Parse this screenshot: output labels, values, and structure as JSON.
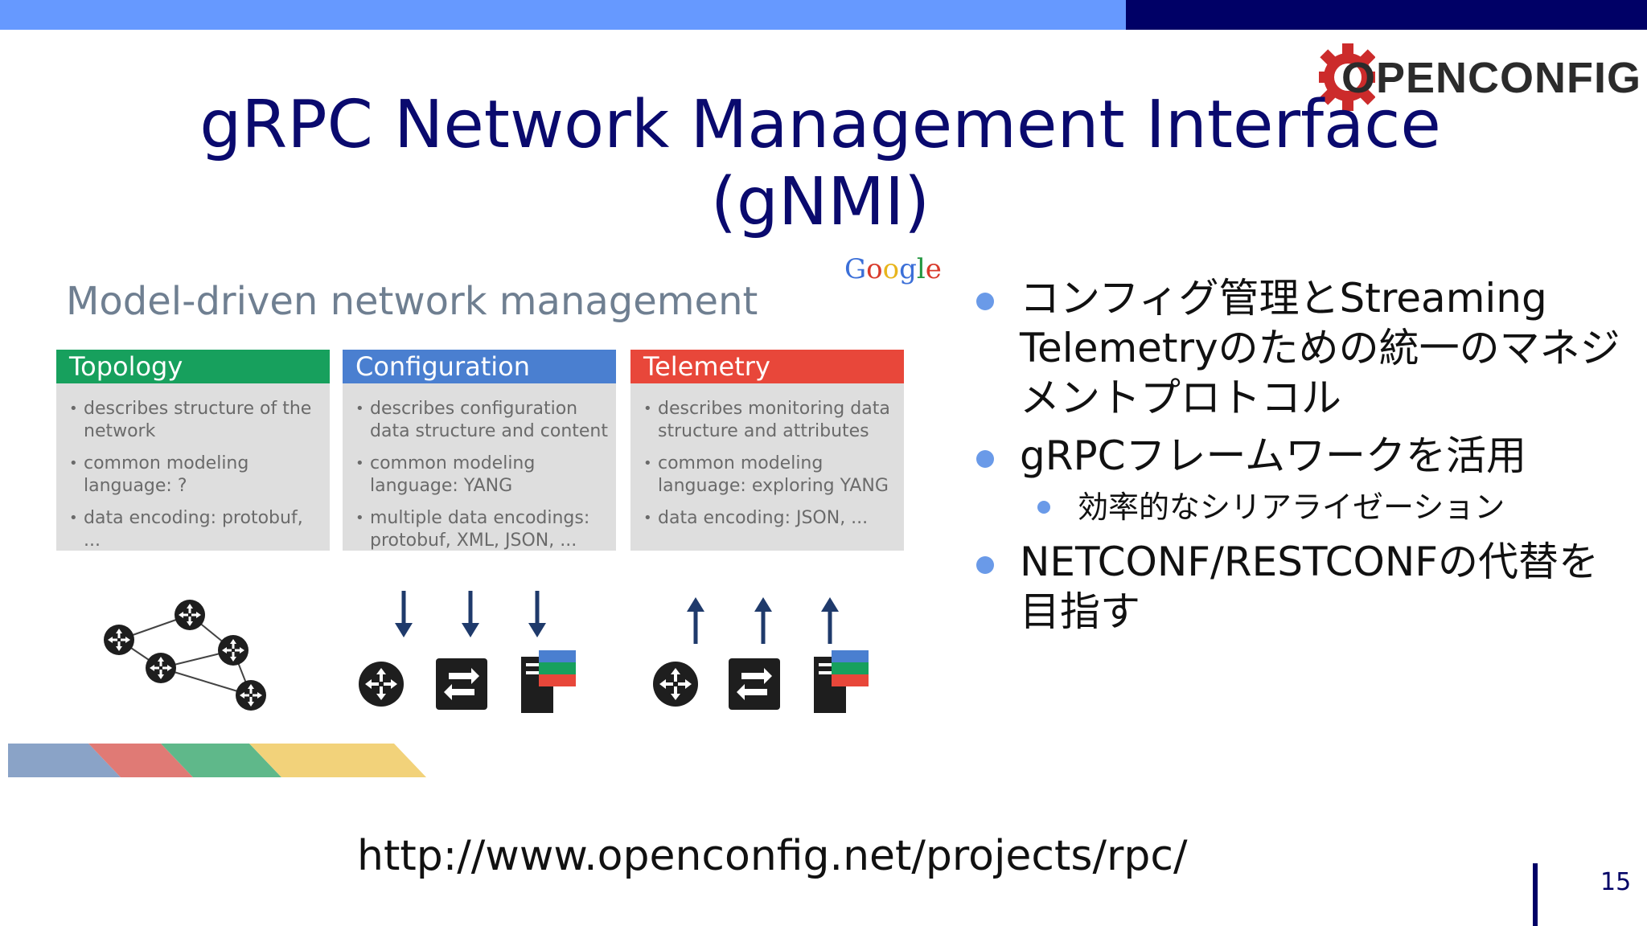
{
  "colors": {
    "topbar_light": "#6699ff",
    "topbar_dark": "#000066",
    "title": "#0a0a6e",
    "bullet_dot": "#6a9ae8",
    "topology_header": "#17a05d",
    "configuration_header": "#4a7fd0",
    "telemetry_header": "#e8473a",
    "panel_body": "#dedede"
  },
  "logo": {
    "text": "OPENCONFIG",
    "icon": "gear-icon"
  },
  "slide": {
    "title_line1": "gRPC Network Management Interface",
    "title_line2": "(gNMI)"
  },
  "diagram": {
    "heading": "Model-driven network management",
    "google_logo": "Google",
    "panels": [
      {
        "header": "Topology",
        "items": [
          "describes structure of the network",
          "common modeling language: ?",
          "data encoding: protobuf, ..."
        ]
      },
      {
        "header": "Configuration",
        "items": [
          "describes configuration data structure and content",
          "common modeling language: YANG",
          "multiple data encodings: protobuf, XML, JSON, ..."
        ]
      },
      {
        "header": "Telemetry",
        "items": [
          "describes monitoring data structure and attributes",
          "common modeling language: exploring YANG",
          "data encoding: JSON, ..."
        ]
      }
    ]
  },
  "bullets": [
    {
      "text": "コンフィグ管理とStreaming Telemetryのための統一のマネジメントプロトコル"
    },
    {
      "text": "gRPCフレームワークを活用"
    },
    {
      "text": "効率的なシリアライゼーション"
    },
    {
      "text": "NETCONF/RESTCONFの代替を目指す"
    }
  ],
  "footer": {
    "url": "http://www.openconfig.net/projects/rpc/",
    "page_number": "15"
  }
}
